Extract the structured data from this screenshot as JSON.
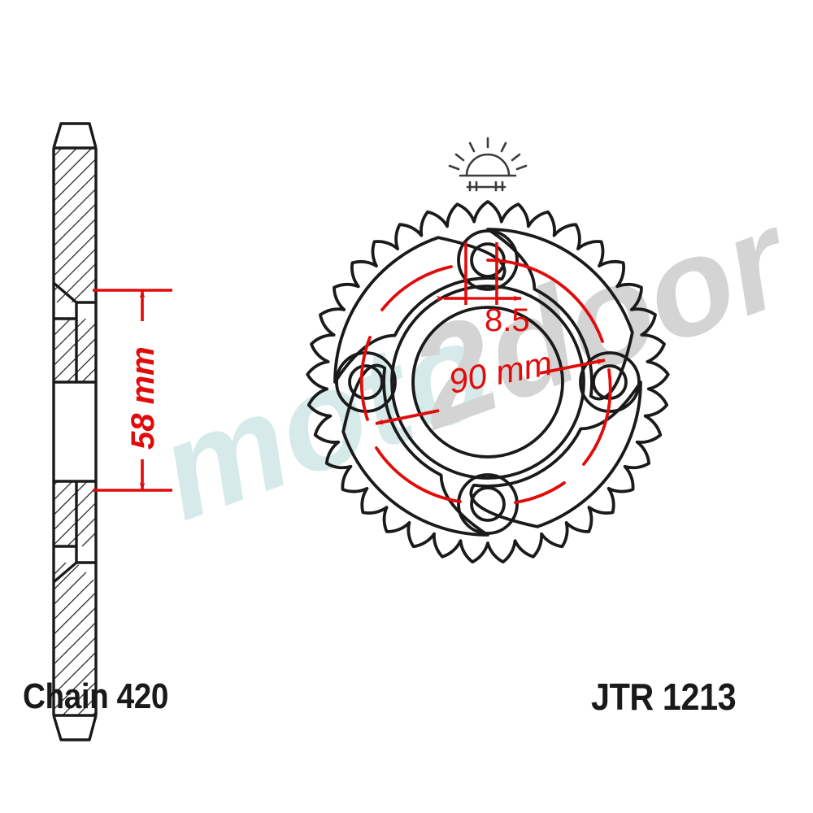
{
  "drawing": {
    "type": "technical-drawing",
    "subject": "motorcycle rear sprocket",
    "views": [
      "side-section-view",
      "front-face-view"
    ]
  },
  "labels": {
    "chain": "Chain 420",
    "part_number": "JTR 1213"
  },
  "dimensions": {
    "thickness_or_bore": {
      "text": "58 mm",
      "value": 58,
      "unit": "mm",
      "orientation": "vertical",
      "view": "side-section-view"
    },
    "bolt_hole_diameter": {
      "text": "8.5",
      "value": 8.5,
      "unit": "mm",
      "orientation": "horizontal",
      "view": "front-face-view"
    },
    "bolt_circle_diameter": {
      "text": "90 mm",
      "value": 90,
      "unit": "mm",
      "orientation": "diagonal",
      "view": "front-face-view"
    }
  },
  "sprocket": {
    "teeth_count": 37,
    "bolt_holes": 4,
    "spoke_cutouts": 4,
    "logo": "jt-sunburst-logo"
  },
  "watermark": {
    "text_primary": "moto",
    "text_secondary": "2door",
    "full": "moto2door",
    "angle_deg": -20
  },
  "colors": {
    "dimension_red": "#e10b0b",
    "outline_black": "#1a1a1a",
    "watermark_cyan": "#d6eaea",
    "watermark_gray": "#d4d4d4",
    "background": "#ffffff"
  }
}
